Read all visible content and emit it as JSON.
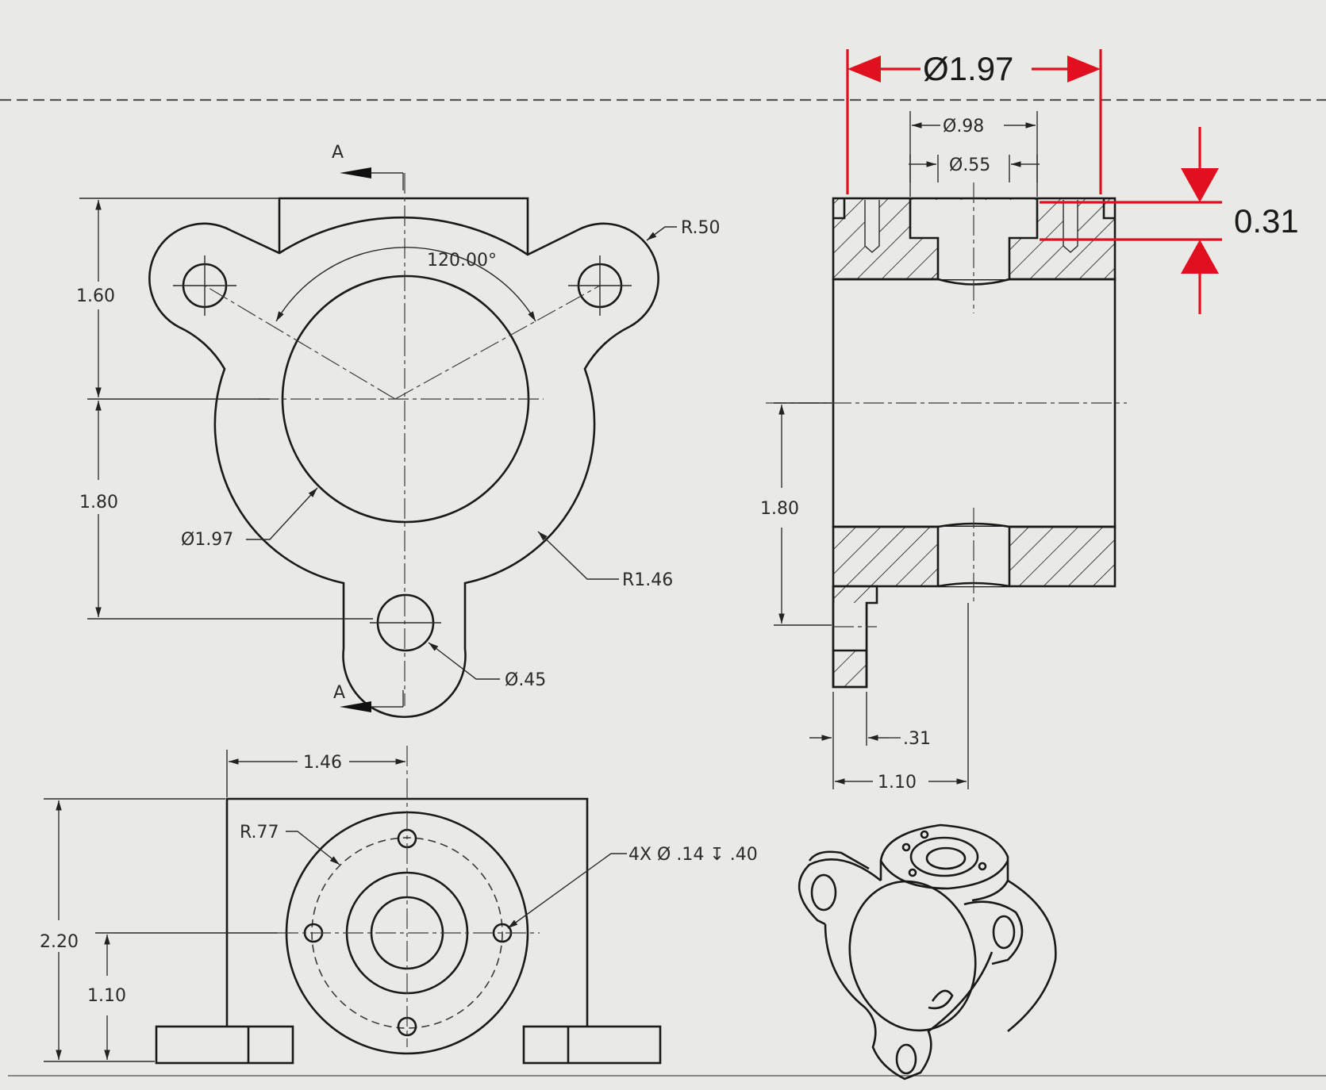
{
  "front_view": {
    "dim_top_height": "1.60",
    "dim_bottom_height": "1.80",
    "angle": "120.00°",
    "ear_radius": "R.50",
    "bore_diameter": "Ø1.97",
    "outer_radius": "R1.46",
    "hole_diameter": "Ø.45",
    "section_label_top": "A",
    "section_label_bottom": "A"
  },
  "section_view": {
    "overall_diameter": "Ø1.97",
    "counterbore_diameter": "Ø.98",
    "through_diameter": "Ø.55",
    "flange_thickness": "0.31",
    "height": "1.80",
    "tab_thickness": ".31",
    "depth": "1.10"
  },
  "bottom_view": {
    "width_half": "1.46",
    "bolt_circle_radius": "R.77",
    "hole_note": "4X Ø .14 ↧ .40",
    "overall_height": "2.20",
    "center_height": "1.10"
  },
  "colors": {
    "annotation_red": "#e01020",
    "line": "#1a1a1a",
    "paper": "#e9e9e6"
  }
}
